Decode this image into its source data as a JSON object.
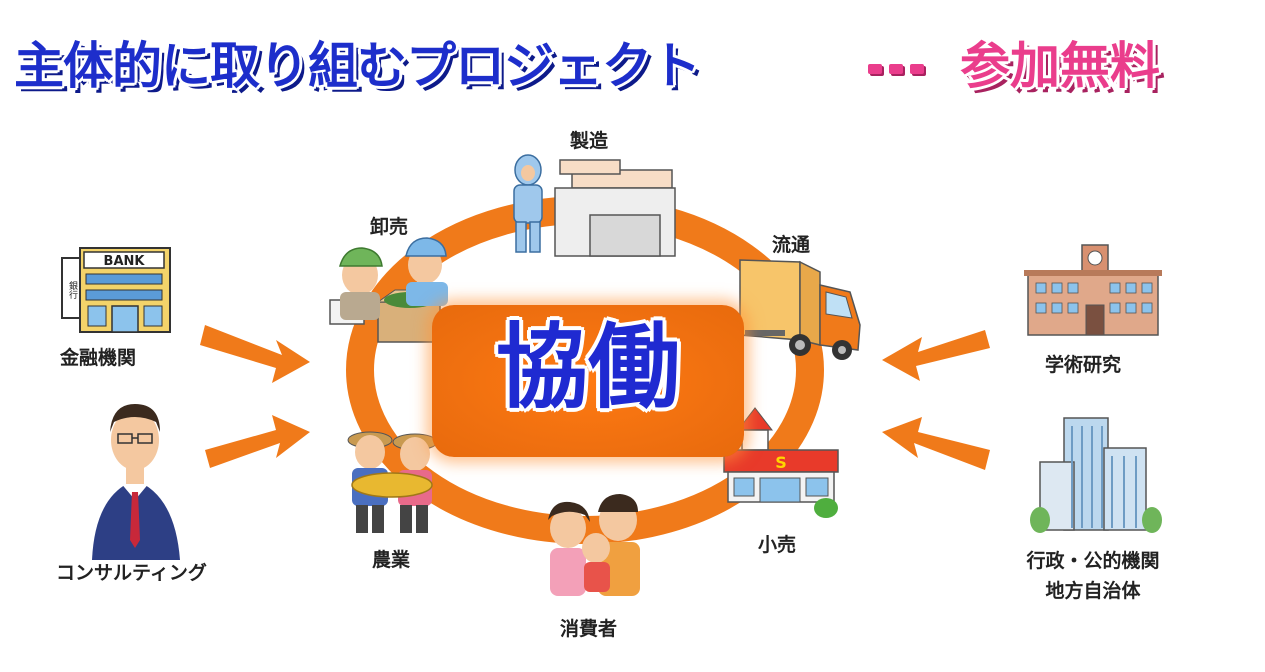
{
  "title": {
    "main": "主体的に取り組むプロジェクト",
    "badge": "参加無料"
  },
  "center": {
    "label": "協働"
  },
  "ring_nodes": {
    "manufacturing": "製造",
    "distribution": "流通",
    "wholesale": "卸売",
    "retail": "小売",
    "agriculture": "農業",
    "consumer": "消費者"
  },
  "left_stakeholders": {
    "finance": "金融機関",
    "consulting": "コンサルティング"
  },
  "right_stakeholders": {
    "academia": "学術研究",
    "government_line1": "行政・公的機関",
    "government_line2": "地方自治体"
  },
  "icons": {
    "bank_sign": "BANK",
    "bank_side": "銀行"
  },
  "colors": {
    "ring": "#f07a1a",
    "title_blue": "#1d2ecb",
    "badge_pink": "#ea3d8c",
    "center_fill": "#f07010"
  }
}
